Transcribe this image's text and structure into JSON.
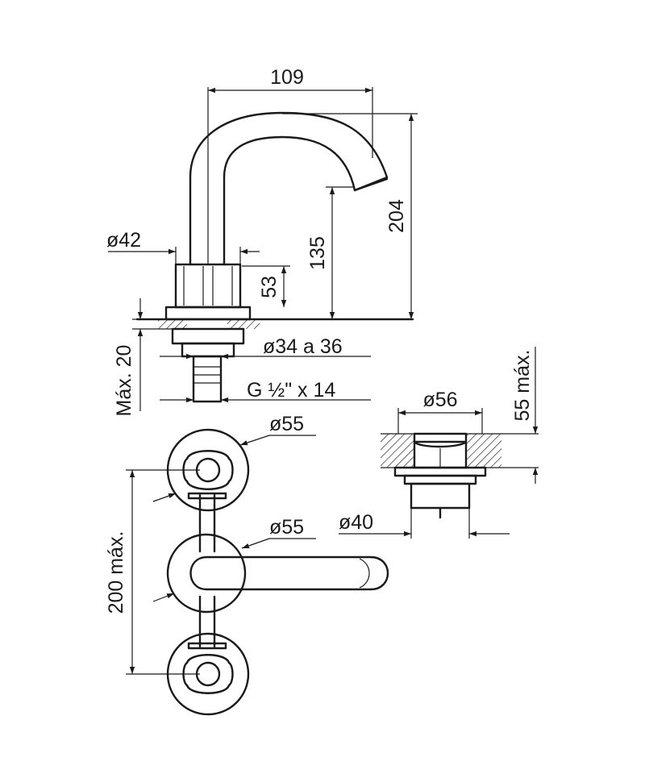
{
  "dimensions": {
    "spout_reach": "109",
    "total_height": "204",
    "spout_height": "135",
    "body_height": "53",
    "body_diameter": "ø42",
    "mount_hole": "ø34 a 36",
    "max_thickness": "Máx. 20",
    "thread": "G ½\" x 14",
    "drain_diameter": "ø56",
    "drain_max_height": "55 máx.",
    "drain_bottom_diameter": "ø40",
    "handle_top_diameter": "ø55",
    "center_diameter": "ø55",
    "max_spacing": "200 máx."
  },
  "colors": {
    "line": "#1a1a1a",
    "background": "#ffffff"
  }
}
